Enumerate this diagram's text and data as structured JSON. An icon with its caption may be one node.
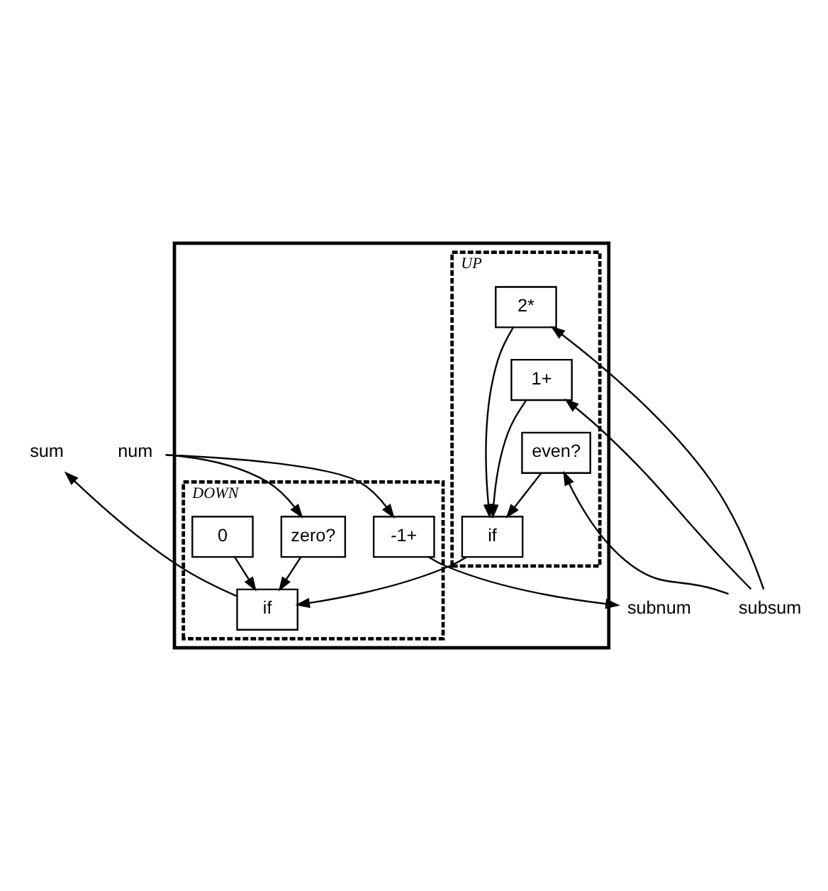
{
  "diagram": {
    "nodes": [
      {
        "text": [],
        "shape": "box"
      },
      {
        "text": [
          "num"
        ]
      },
      {
        "text": [
          "sum"
        ]
      },
      {
        "text": [
          "DOWN"
        ],
        "in": 0
      },
      {
        "text": [
          "zero?"
        ],
        "in": 3
      },
      {
        "text": [
          "if"
        ],
        "in": 3
      },
      {
        "text": [
          "0"
        ],
        "in": 3
      },
      {
        "text": [
          "-1+"
        ],
        "in": 3
      },
      {
        "text": [
          "UP"
        ],
        "in": 0
      },
      {
        "text": [
          "if"
        ],
        "in": 8
      },
      {
        "text": [
          "even?"
        ],
        "in": 8
      },
      {
        "text": [
          "1+"
        ],
        "in": 8
      },
      {
        "text": [
          "2*"
        ],
        "in": 8
      },
      {
        "text": [
          "subnum"
        ]
      },
      {
        "text": [
          "subsum"
        ]
      }
    ],
    "edges": [
      {
        "from": 1,
        "to": 4,
        "arrow": "to"
      },
      {
        "from": 1,
        "to": 7,
        "arrow": "to"
      },
      {
        "from": 4,
        "to": 5,
        "arrow": "to"
      },
      {
        "from": 6,
        "to": 5,
        "arrow": "to"
      },
      {
        "from": 9,
        "to": 5,
        "arrow": "to"
      },
      {
        "from": 5,
        "to": 2,
        "arrow": "to"
      },
      {
        "from": 10,
        "to": 9,
        "arrow": "to"
      },
      {
        "from": 11,
        "to": 9,
        "arrow": "to"
      },
      {
        "from": 12,
        "to": 9,
        "arrow": "to"
      },
      {
        "from": 7,
        "to": 13,
        "arrow": "to"
      },
      {
        "from": 14,
        "to": 10,
        "arrow": "to"
      },
      {
        "from": 14,
        "to": 11,
        "arrow": "to"
      },
      {
        "from": 14,
        "to": 12,
        "arrow": "to"
      }
    ]
  }
}
